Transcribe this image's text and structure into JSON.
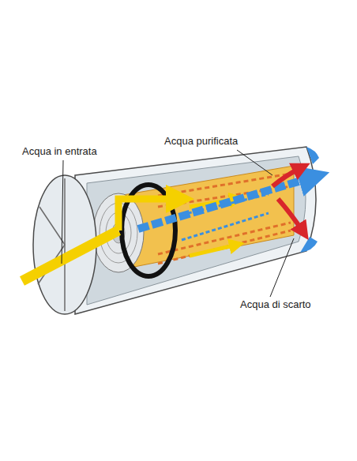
{
  "diagram": {
    "labels": [
      "Acqua in entrata",
      "Acqua purificata",
      "Acqua di scarto"
    ]
  }
}
